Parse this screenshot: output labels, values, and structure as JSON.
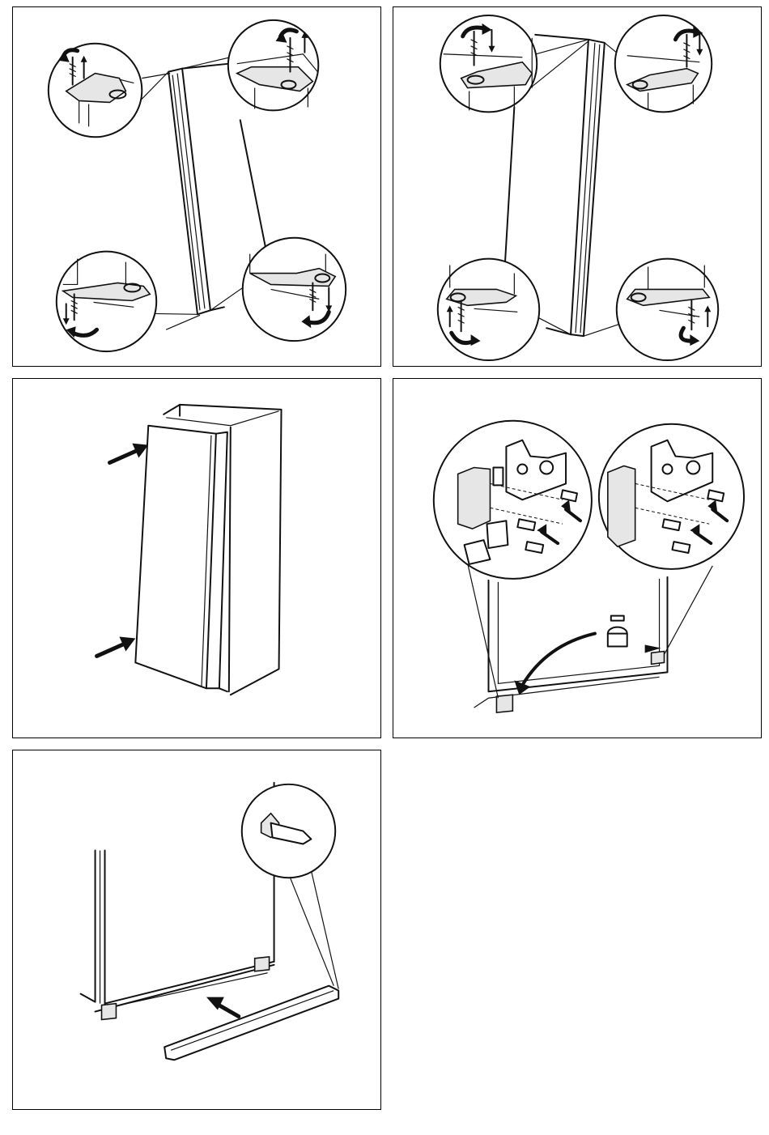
{
  "document": {
    "type": "door reversal instructions",
    "panels": [
      {
        "id": "remove-door",
        "icons": [
          "rotate-arrow-icon",
          "screw-icon",
          "hinge-bracket-icon"
        ]
      },
      {
        "id": "fit-hinges-opposite-side",
        "icons": [
          "rotate-arrow-icon",
          "screw-icon",
          "hinge-bracket-icon"
        ]
      },
      {
        "id": "mount-door",
        "icons": [
          "push-arrow-icon"
        ]
      },
      {
        "id": "move-bottom-hinge",
        "icons": [
          "bolt-icon",
          "bracket-icon",
          "curved-arrow-icon"
        ]
      },
      {
        "id": "refit-plinth",
        "icons": [
          "plinth-icon",
          "push-arrow-icon"
        ]
      }
    ]
  }
}
